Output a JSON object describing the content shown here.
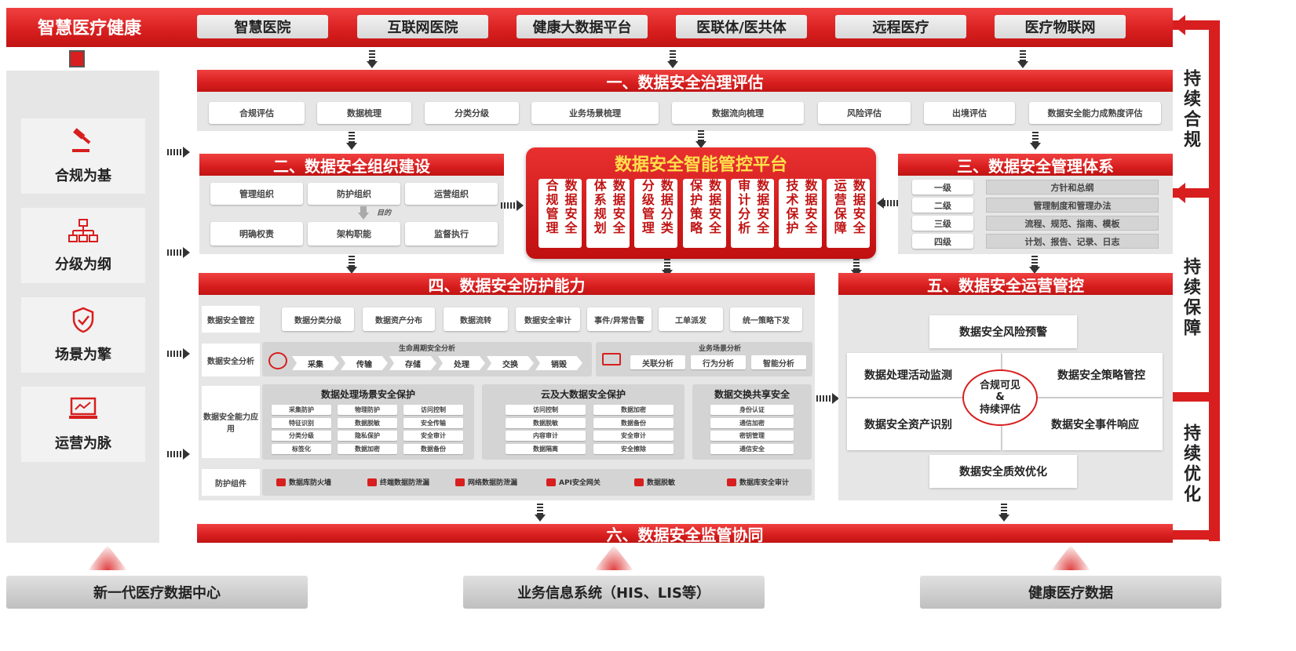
{
  "header": {
    "brand": "智慧医疗健康",
    "items": [
      "智慧医院",
      "互联网医院",
      "健康大数据平台",
      "医联体/医共体",
      "远程医疗",
      "医疗物联网"
    ]
  },
  "pillars": [
    {
      "label": "合规为基",
      "icon": "gavel-icon"
    },
    {
      "label": "分级为纲",
      "icon": "hierarchy-icon"
    },
    {
      "label": "场景为擎",
      "icon": "shield-check-icon"
    },
    {
      "label": "运营为脉",
      "icon": "chart-monitor-icon"
    }
  ],
  "right_labels": [
    "持续合规",
    "持续保障",
    "持续优化"
  ],
  "section1": {
    "title": "一、数据安全治理评估",
    "items": [
      "合规评估",
      "数据梳理",
      "分类分级",
      "业务场景梳理",
      "数据流向梳理",
      "风险评估",
      "出境评估",
      "数据安全能力成熟度评估"
    ]
  },
  "section2": {
    "title": "二、数据安全组织建设",
    "row1": [
      "管理组织",
      "防护组织",
      "运营组织"
    ],
    "purpose": "目的",
    "row2": [
      "明确权责",
      "架构职能",
      "监督执行"
    ]
  },
  "platform": {
    "title": "数据安全智能管控平台",
    "cols": [
      "数据安全合规管理",
      "数据安全体系规划",
      "数据分类分级管理",
      "数据安全保护策略",
      "数据安全审计分析",
      "数据安全技术保护",
      "数据安全运营保障"
    ]
  },
  "section3": {
    "title": "三、数据安全管理体系",
    "levels": [
      {
        "level": "一级",
        "desc": "方针和总纲"
      },
      {
        "level": "二级",
        "desc": "管理制度和管理办法"
      },
      {
        "level": "三级",
        "desc": "流程、规范、指南、模板"
      },
      {
        "level": "四级",
        "desc": "计划、报告、记录、日志"
      }
    ]
  },
  "section4": {
    "title": "四、数据安全防护能力",
    "control_label": "数据安全管控",
    "control_items": [
      "数据分类分级",
      "数据资产分布",
      "数据流转",
      "数据安全审计",
      "事件/异常告警",
      "工单派发",
      "统一策略下发"
    ],
    "analysis_label": "数据安全分析",
    "lifecycle_title": "生命周期安全分析",
    "lifecycle_steps": [
      "采集",
      "传输",
      "存储",
      "处理",
      "交换",
      "销毁"
    ],
    "biz_title": "业务场景分析",
    "biz_items": [
      "关联分析",
      "行为分析",
      "智能分析"
    ],
    "app_label": "数据安全能力应用",
    "scene1": {
      "title": "数据处理场景安全保护",
      "items": [
        "采集防护",
        "物理防护",
        "访问控制",
        "特征识别",
        "数据脱敏",
        "安全传输",
        "分类分级",
        "隐私保护",
        "安全审计",
        "标签化",
        "数据加密",
        "数据备份"
      ]
    },
    "scene2": {
      "title": "云及大数据安全保护",
      "items": [
        "访问控制",
        "数据加密",
        "数据脱敏",
        "数据备份",
        "内容审计",
        "安全审计",
        "数据隔离",
        "安全擦除"
      ]
    },
    "scene3": {
      "title": "数据交换共享安全",
      "items": [
        "身份认证",
        "通信加密",
        "密钥管理",
        "通信安全"
      ]
    },
    "comp_label": "防护组件",
    "components": [
      "数据库防火墙",
      "终端数据防泄漏",
      "网络数据防泄漏",
      "API安全网关",
      "数据脱敏",
      "数据库安全审计"
    ]
  },
  "section5": {
    "title": "五、数据安全运营管控",
    "top": "数据安全风险预警",
    "left_top": "数据处理活动监测",
    "right_top": "数据安全策略管控",
    "left_bottom": "数据安全资产识别",
    "right_bottom": "数据安全事件响应",
    "bottom": "数据安全质效优化",
    "center": [
      "合规可见",
      "&",
      "持续评估"
    ]
  },
  "section6": {
    "title": "六、数据安全监管协同"
  },
  "bottom": [
    "新一代医疗数据中心",
    "业务信息系统（HIS、LIS等）",
    "健康医疗数据"
  ],
  "colors": {
    "accent": "#d81e1e",
    "grey": "#e6e6e6"
  }
}
